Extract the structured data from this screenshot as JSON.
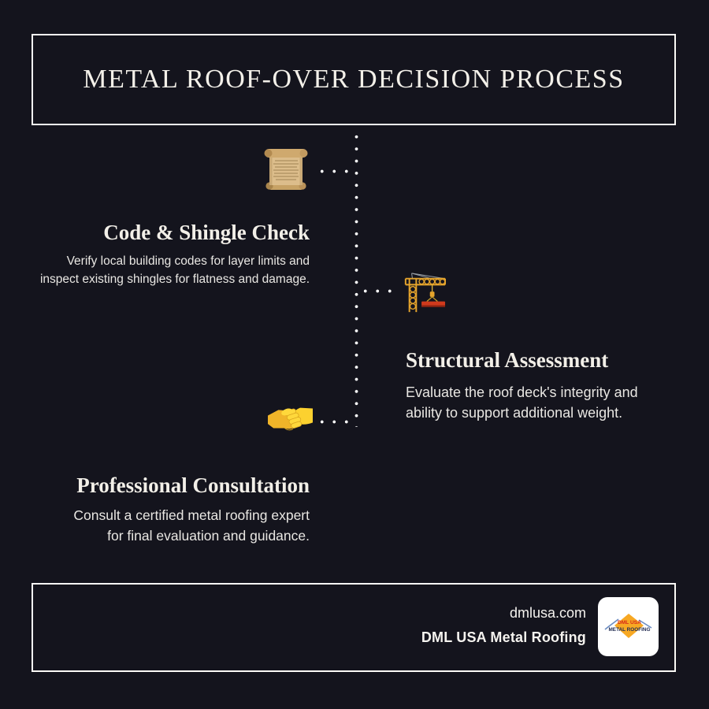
{
  "header": {
    "title": "METAL ROOF-OVER DECISION PROCESS"
  },
  "steps": [
    {
      "icon": "scroll-icon",
      "title": "Code & Shingle Check",
      "description": "Verify local building codes for layer limits and\ninspect existing shingles for flatness and damage.",
      "side": "left"
    },
    {
      "icon": "crane-icon",
      "title": "Structural Assessment",
      "description": "Evaluate the roof deck's integrity and\nability to support additional weight.",
      "side": "right"
    },
    {
      "icon": "handshake-icon",
      "title": "Professional Consultation",
      "description": "Consult a certified metal roofing expert\nfor final evaluation and guidance.",
      "side": "left"
    }
  ],
  "footer": {
    "website": "dmlusa.com",
    "company": "DML USA Metal Roofing",
    "logo": {
      "line1": "DML USA",
      "line2": "METAL ROOFING"
    }
  },
  "colors": {
    "background": "#14141d",
    "border": "#fbfaf6",
    "heading_text": "#f2efe8",
    "body_text": "#e9e7e3",
    "timeline_dots": "#ffffff",
    "logo_diamond": "#f7a823",
    "logo_red_text": "#d6281a",
    "logo_dark_text": "#232d52",
    "logo_blue_line": "#6b8cc2",
    "crane_yellow": "#e5a42c",
    "beam_red": "#cf3a1d",
    "handshake_yellow": "#fcd12f",
    "scroll_tan": "#dcbd8b"
  }
}
